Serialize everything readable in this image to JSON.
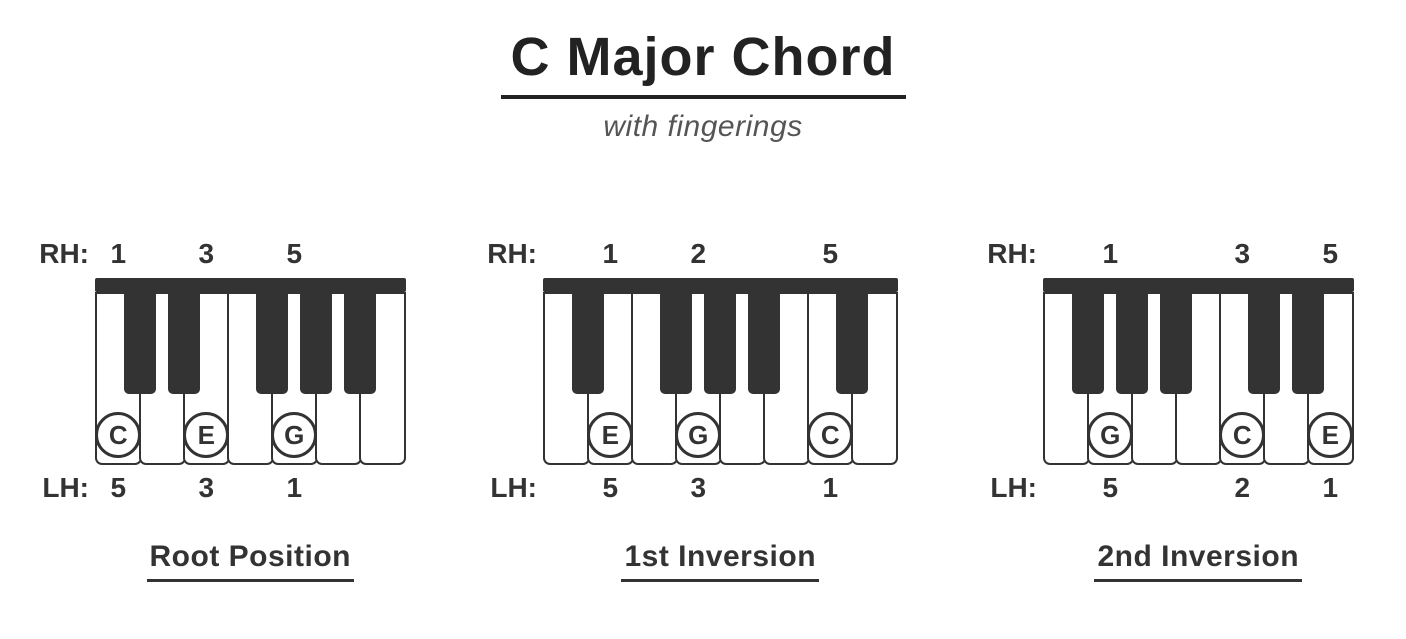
{
  "header": {
    "title": "C Major Chord",
    "subtitle": "with fingerings"
  },
  "colors": {
    "ink": "#333333",
    "title_text": "#222222",
    "subtitle_text": "#555555",
    "background": "#ffffff"
  },
  "diagrams": [
    {
      "caption": "Root Position",
      "rh_label": "RH:",
      "lh_label": "LH:",
      "white_key_count": 7,
      "black_key_boundaries": [
        1,
        2,
        4,
        5,
        6
      ],
      "markers": [
        {
          "key_index": 0,
          "note": "C",
          "rh_finger": "1",
          "lh_finger": "5"
        },
        {
          "key_index": 2,
          "note": "E",
          "rh_finger": "3",
          "lh_finger": "3"
        },
        {
          "key_index": 4,
          "note": "G",
          "rh_finger": "5",
          "lh_finger": "1"
        }
      ]
    },
    {
      "caption": "1st Inversion",
      "rh_label": "RH:",
      "lh_label": "LH:",
      "white_key_count": 8,
      "black_key_boundaries": [
        1,
        3,
        4,
        5,
        7
      ],
      "markers": [
        {
          "key_index": 1,
          "note": "E",
          "rh_finger": "1",
          "lh_finger": "5"
        },
        {
          "key_index": 3,
          "note": "G",
          "rh_finger": "2",
          "lh_finger": "3"
        },
        {
          "key_index": 6,
          "note": "C",
          "rh_finger": "5",
          "lh_finger": "1"
        }
      ]
    },
    {
      "caption": "2nd Inversion",
      "rh_label": "RH:",
      "lh_label": "LH:",
      "white_key_count": 7,
      "black_key_boundaries": [
        1,
        2,
        3,
        5,
        6
      ],
      "markers": [
        {
          "key_index": 1,
          "note": "G",
          "rh_finger": "1",
          "lh_finger": "5"
        },
        {
          "key_index": 4,
          "note": "C",
          "rh_finger": "3",
          "lh_finger": "2"
        },
        {
          "key_index": 6,
          "note": "E",
          "rh_finger": "5",
          "lh_finger": "1"
        }
      ]
    }
  ]
}
